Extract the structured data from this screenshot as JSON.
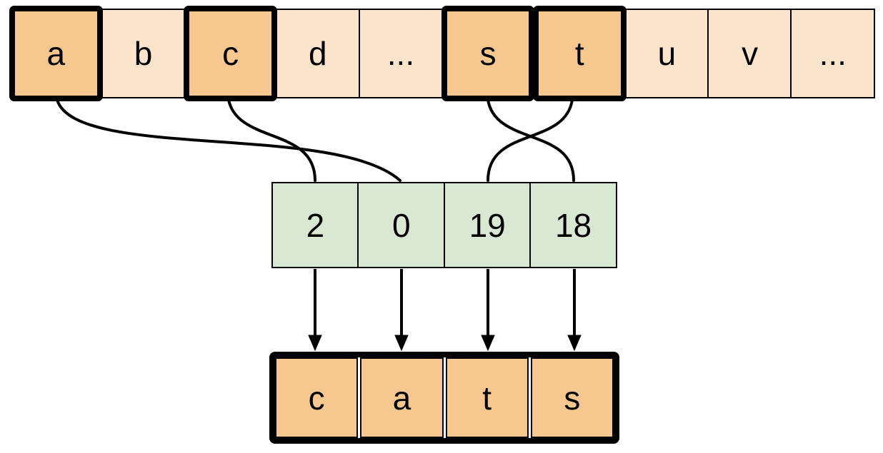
{
  "alphabet": {
    "description": "top character-to-index lookup array",
    "cells": [
      {
        "label": "a",
        "highlighted": true
      },
      {
        "label": "b",
        "highlighted": false
      },
      {
        "label": "c",
        "highlighted": true
      },
      {
        "label": "d",
        "highlighted": false
      },
      {
        "label": "...",
        "highlighted": false
      },
      {
        "label": "s",
        "highlighted": true
      },
      {
        "label": "t",
        "highlighted": true
      },
      {
        "label": "u",
        "highlighted": false
      },
      {
        "label": "v",
        "highlighted": false
      },
      {
        "label": "...",
        "highlighted": false
      }
    ]
  },
  "index_array": {
    "description": "middle array of numeric indices",
    "cells": [
      {
        "label": "2"
      },
      {
        "label": "0"
      },
      {
        "label": "19"
      },
      {
        "label": "18"
      }
    ]
  },
  "output_array": {
    "description": "bottom decoded word",
    "cells": [
      {
        "label": "c"
      },
      {
        "label": "a"
      },
      {
        "label": "t"
      },
      {
        "label": "s"
      }
    ],
    "word": "cats"
  },
  "mappings": [
    {
      "from_letter": "a",
      "to_index_value": "0"
    },
    {
      "from_letter": "c",
      "to_index_value": "2"
    },
    {
      "from_letter": "s",
      "to_index_value": "18"
    },
    {
      "from_letter": "t",
      "to_index_value": "19"
    }
  ],
  "output_arrows": [
    {
      "from_value": "2",
      "to_letter": "c"
    },
    {
      "from_value": "0",
      "to_letter": "a"
    },
    {
      "from_value": "19",
      "to_letter": "t"
    },
    {
      "from_value": "18",
      "to_letter": "s"
    }
  ],
  "colors": {
    "cell_light_orange": "#fbe4cc",
    "cell_dark_orange": "#f6c78f",
    "cell_green": "#d8e8d2",
    "stroke": "#000000",
    "page_background": "#ffffff"
  }
}
